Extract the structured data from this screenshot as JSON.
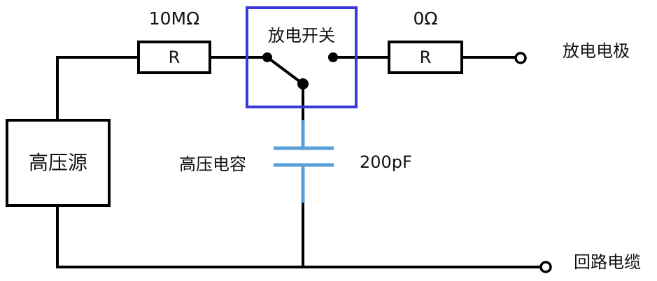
{
  "labels": {
    "r1_value": "10MΩ",
    "r1_symbol": "R",
    "switch": "放电开关",
    "r2_value": "0Ω",
    "r2_symbol": "R",
    "electrode": "放电电极",
    "source": "高压源",
    "capacitor": "高压电容",
    "capacitance": "200pF",
    "return_cable": "回路电缆"
  },
  "colors": {
    "wire": "#000000",
    "switch_frame": "#3a3ad8",
    "capacitor": "#5aa0d8"
  }
}
